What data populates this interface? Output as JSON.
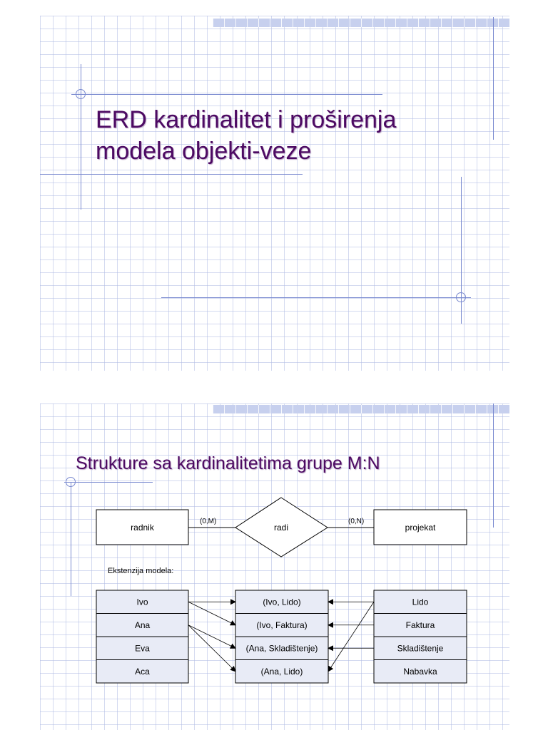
{
  "slide1": {
    "title_line1": "ERD kardinalitet i proširenja",
    "title_line2": "modela objekti-veze"
  },
  "slide2": {
    "title": "Strukture sa kardinalitetima grupe M:N",
    "erd": {
      "entity_left": "radnik",
      "relationship": "radi",
      "entity_right": "projekat",
      "cardinality_left": "(0,M)",
      "cardinality_right": "(0,N)"
    },
    "extension_label": "Ekstenzija modela:",
    "workers": [
      "Ivo",
      "Ana",
      "Eva",
      "Aca"
    ],
    "pairs": [
      "(Ivo, Lido)",
      "(Ivo, Faktura)",
      "(Ana, Skladištenje)",
      "(Ana, Lido)"
    ],
    "projects": [
      "Lido",
      "Faktura",
      "Skladištenje",
      "Nabavka"
    ]
  },
  "colors": {
    "title": "#4d0a63",
    "grid": "#b0bce4",
    "accent": "#7b8bd0",
    "band": "#c7d0ee",
    "table_fill": "#e8ebf6"
  }
}
